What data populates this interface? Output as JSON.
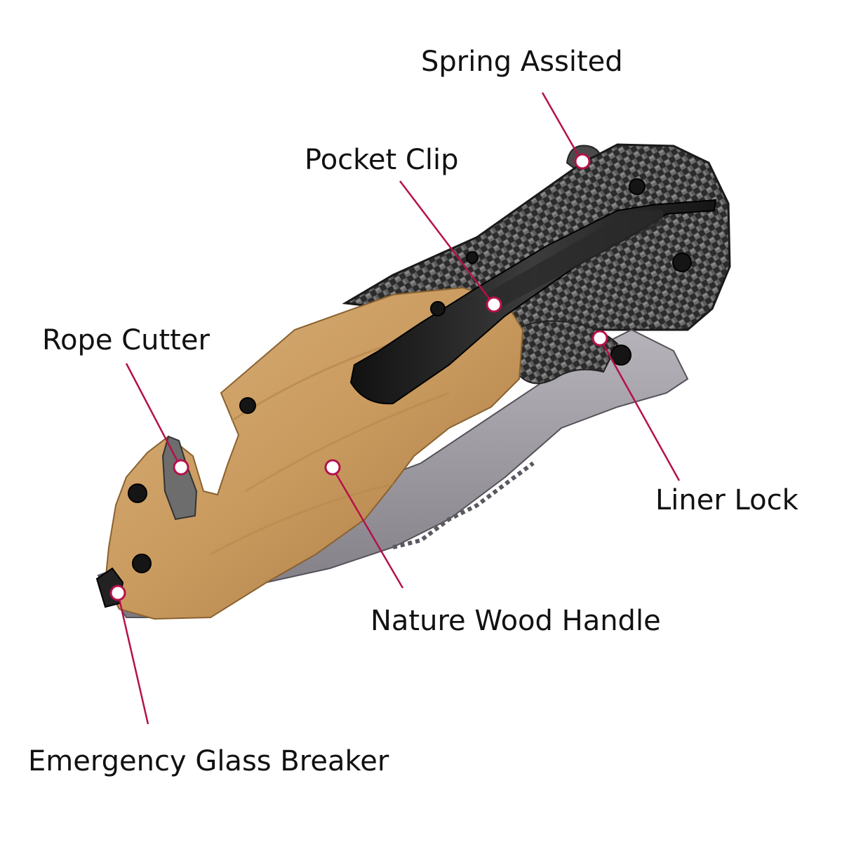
{
  "colors": {
    "background": "#ffffff",
    "callout_line": "#b5114a",
    "wood": "#c99a5e",
    "wood_dark": "#a87842",
    "carbon_fiber": "#3a3a3a",
    "steel_blade": "#8f8c92",
    "pocket_clip": "#1e1e1e"
  },
  "callouts": [
    {
      "id": "spring",
      "label": "Spring Assited"
    },
    {
      "id": "pocket",
      "label": "Pocket Clip"
    },
    {
      "id": "rope",
      "label": "Rope Cutter"
    },
    {
      "id": "liner",
      "label": "Liner Lock"
    },
    {
      "id": "wood",
      "label": "Nature Wood Handle"
    },
    {
      "id": "glass",
      "label": "Emergency Glass Breaker"
    }
  ]
}
